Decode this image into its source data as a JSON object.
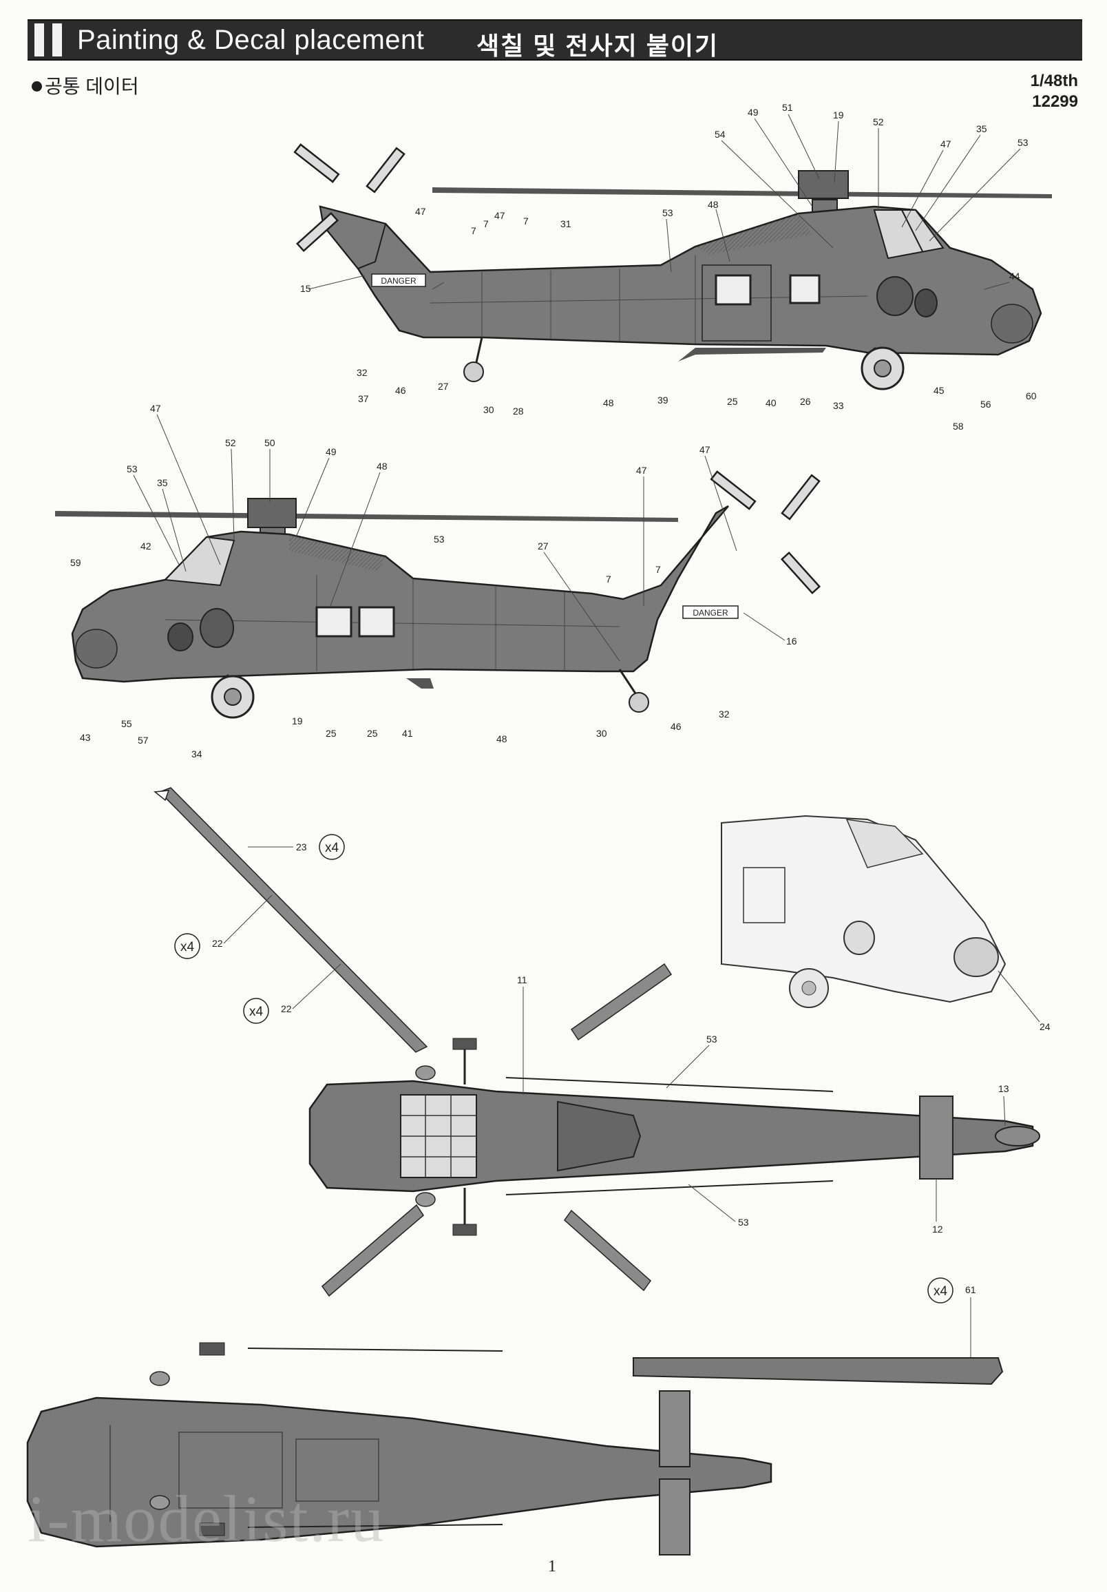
{
  "header": {
    "title_en": "Painting & Decal placement",
    "title_ko": "색칠 및 전사지 붙이기"
  },
  "section_label": "공통 데이터",
  "scale": "1/48th",
  "kit_number": "12299",
  "danger_label": "DANGER",
  "callouts_side_right": [
    "49",
    "51",
    "19",
    "52",
    "47",
    "35",
    "53",
    "54",
    "48",
    "53",
    "47",
    "7",
    "7",
    "31",
    "7",
    "47",
    "15",
    "44",
    "32",
    "37",
    "46",
    "27",
    "30",
    "28",
    "48",
    "39",
    "25",
    "40",
    "26",
    "33",
    "45",
    "58",
    "56",
    "60"
  ],
  "callouts_side_left": [
    "47",
    "52",
    "50",
    "49",
    "48",
    "53",
    "35",
    "42",
    "59",
    "53",
    "27",
    "47",
    "7",
    "7",
    "47",
    "16",
    "43",
    "55",
    "57",
    "34",
    "19",
    "25",
    "25",
    "41",
    "48",
    "30",
    "46",
    "32"
  ],
  "callouts_top": [
    "23",
    "22",
    "22",
    "11",
    "53",
    "13",
    "53",
    "12",
    "24",
    "61"
  ],
  "quantity_badge": "x4",
  "page_number": "1",
  "watermark": "i-modelist.ru",
  "colors": {
    "hull": "#7a7a7a",
    "header_bg": "#2c2c2c",
    "line": "#2a2a2a"
  }
}
